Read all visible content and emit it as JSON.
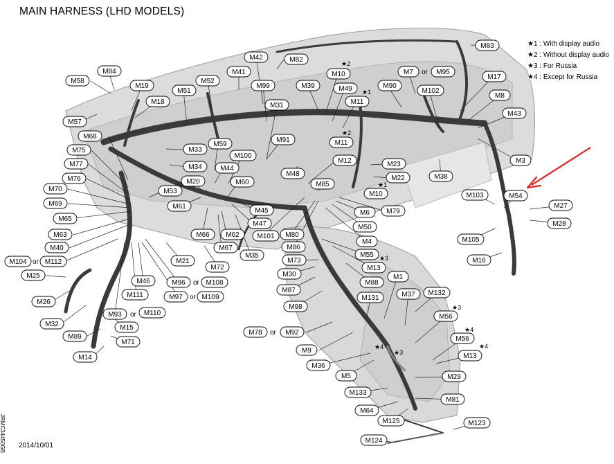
{
  "title": "MAIN HARNESS (LHD MODELS)",
  "legend": [
    "★1 : With display audio",
    "★2 : Without display audio",
    "★3 : For Russia",
    "★4 : Except for Russia"
  ],
  "date": "2014/10/01",
  "code": "JRMC34450GB",
  "or_text": "or",
  "colors": {
    "arrow": "#e02020",
    "harness": "#3a3a3a",
    "panel": "#d6d6d6"
  },
  "labels": {
    "M42": "M42",
    "M82": "M82",
    "M83": "M83",
    "M84": "M84",
    "M58": "M58",
    "M41": "M41",
    "M52": "M52",
    "M51": "M51",
    "M19": "M19",
    "M18": "M18",
    "M57": "M57",
    "M99": "M99",
    "M39": "M39",
    "M10": "M10",
    "M49": "M49",
    "M11": "M11",
    "M7": "M7",
    "M95": "M95",
    "M90": "M90",
    "M102": "M102",
    "M17": "M17",
    "M8": "M8",
    "M43": "M43",
    "M31": "M31",
    "M68": "M68",
    "M75": "M75",
    "M77": "M77",
    "M76": "M76",
    "M70": "M70",
    "M69": "M69",
    "M65": "M65",
    "M63": "M63",
    "M40": "M40",
    "M104": "M104",
    "M112": "M112",
    "M25": "M25",
    "M26": "M26",
    "M32": "M32",
    "M89": "M89",
    "M14": "M14",
    "M33": "M33",
    "M34": "M34",
    "M59": "M59",
    "M100": "M100",
    "M91": "M91",
    "M44": "M44",
    "M20": "M20",
    "M60": "M60",
    "M53": "M53",
    "M61": "M61",
    "M45": "M45",
    "M47": "M47",
    "M66": "M66",
    "M62": "M62",
    "M67": "M67",
    "M35": "M35",
    "M21": "M21",
    "M72": "M72",
    "M46": "M46",
    "M111": "M111",
    "M96": "M96",
    "M108": "M108",
    "M97": "M97",
    "M109": "M109",
    "M93": "M93",
    "M110": "M110",
    "M15": "M15",
    "M71": "M71",
    "M12": "M12",
    "M23": "M23",
    "M22": "M22",
    "M38": "M38",
    "M48": "M48",
    "M85": "M85",
    "M79": "M79",
    "M6": "M6",
    "M50": "M50",
    "M101": "M101",
    "M80": "M80",
    "M86": "M86",
    "M4": "M4",
    "M55": "M55",
    "M73": "M73",
    "M13": "M13",
    "M30": "M30",
    "M88": "M88",
    "M87": "M87",
    "M1": "M1",
    "M98": "M98",
    "M131": "M131",
    "M37": "M37",
    "M132": "M132",
    "M56": "M56",
    "M78": "M78",
    "M92": "M92",
    "M9": "M9",
    "M36": "M36",
    "M5": "M5",
    "M29": "M29",
    "M133": "M133",
    "M81": "M81",
    "M64": "M64",
    "M125": "M125",
    "M123": "M123",
    "M124": "M124",
    "M3": "M3",
    "M103": "M103",
    "M54": "M54",
    "M27": "M27",
    "M28": "M28",
    "M105": "M105",
    "M16": "M16"
  },
  "marks": {
    "s1": "★1",
    "s2": "★2",
    "s3": "★3",
    "s4": "★4"
  }
}
